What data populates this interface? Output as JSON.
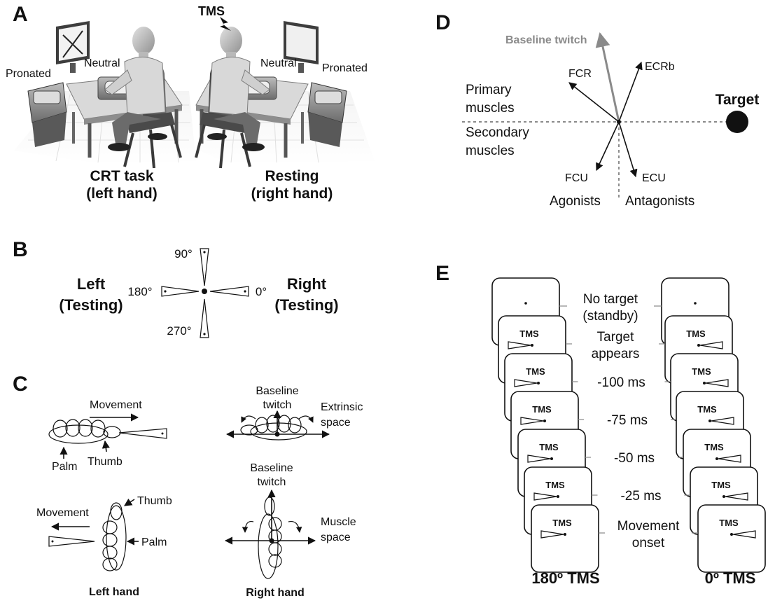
{
  "panels": {
    "a": {
      "letter": "A",
      "tms": "TMS",
      "left_pronated": "Pronated",
      "left_neutral": "Neutral",
      "right_neutral": "Neutral",
      "right_pronated": "Pronated",
      "left_caption_1": "CRT task",
      "left_caption_2": "(left hand)",
      "right_caption_1": "Resting",
      "right_caption_2": "(right hand)"
    },
    "b": {
      "letter": "B",
      "left_1": "Left",
      "left_2": "(Testing)",
      "right_1": "Right",
      "right_2": "(Testing)",
      "deg_90": "90°",
      "deg_180": "180°",
      "deg_0": "0°",
      "deg_270": "270°"
    },
    "c": {
      "letter": "C",
      "movement_top": "Movement",
      "palm_top": "Palm",
      "thumb_top": "Thumb",
      "baseline_top_1": "Baseline",
      "baseline_top_2": "twitch",
      "extrinsic_1": "Extrinsic",
      "extrinsic_2": "space",
      "thumb_bottom": "Thumb",
      "movement_bottom": "Movement",
      "palm_bottom": "Palm",
      "baseline_bottom_1": "Baseline",
      "baseline_bottom_2": "twitch",
      "muscle_1": "Muscle",
      "muscle_2": "space",
      "left_hand": "Left hand",
      "right_hand": "Right hand"
    },
    "d": {
      "letter": "D",
      "baseline_twitch": "Baseline twitch",
      "fcr": "FCR",
      "ecrb": "ECRb",
      "fcu": "FCU",
      "ecu": "ECU",
      "primary_1": "Primary",
      "primary_2": "muscles",
      "secondary_1": "Secondary",
      "secondary_2": "muscles",
      "target": "Target",
      "agonists": "Agonists",
      "antagonists": "Antagonists",
      "colors": {
        "baseline_arrow": "#8a8a8a"
      }
    },
    "e": {
      "letter": "E",
      "tms_label": "TMS",
      "steps": [
        {
          "label_1": "No target",
          "label_2": "(standby)"
        },
        {
          "label_1": "Target",
          "label_2": "appears"
        },
        {
          "label_1": "-100 ms",
          "label_2": ""
        },
        {
          "label_1": "-75 ms",
          "label_2": ""
        },
        {
          "label_1": "-50 ms",
          "label_2": ""
        },
        {
          "label_1": "-25 ms",
          "label_2": ""
        },
        {
          "label_1": "Movement",
          "label_2": "onset"
        }
      ],
      "left_caption": "180º TMS",
      "right_caption": "0º TMS"
    }
  }
}
